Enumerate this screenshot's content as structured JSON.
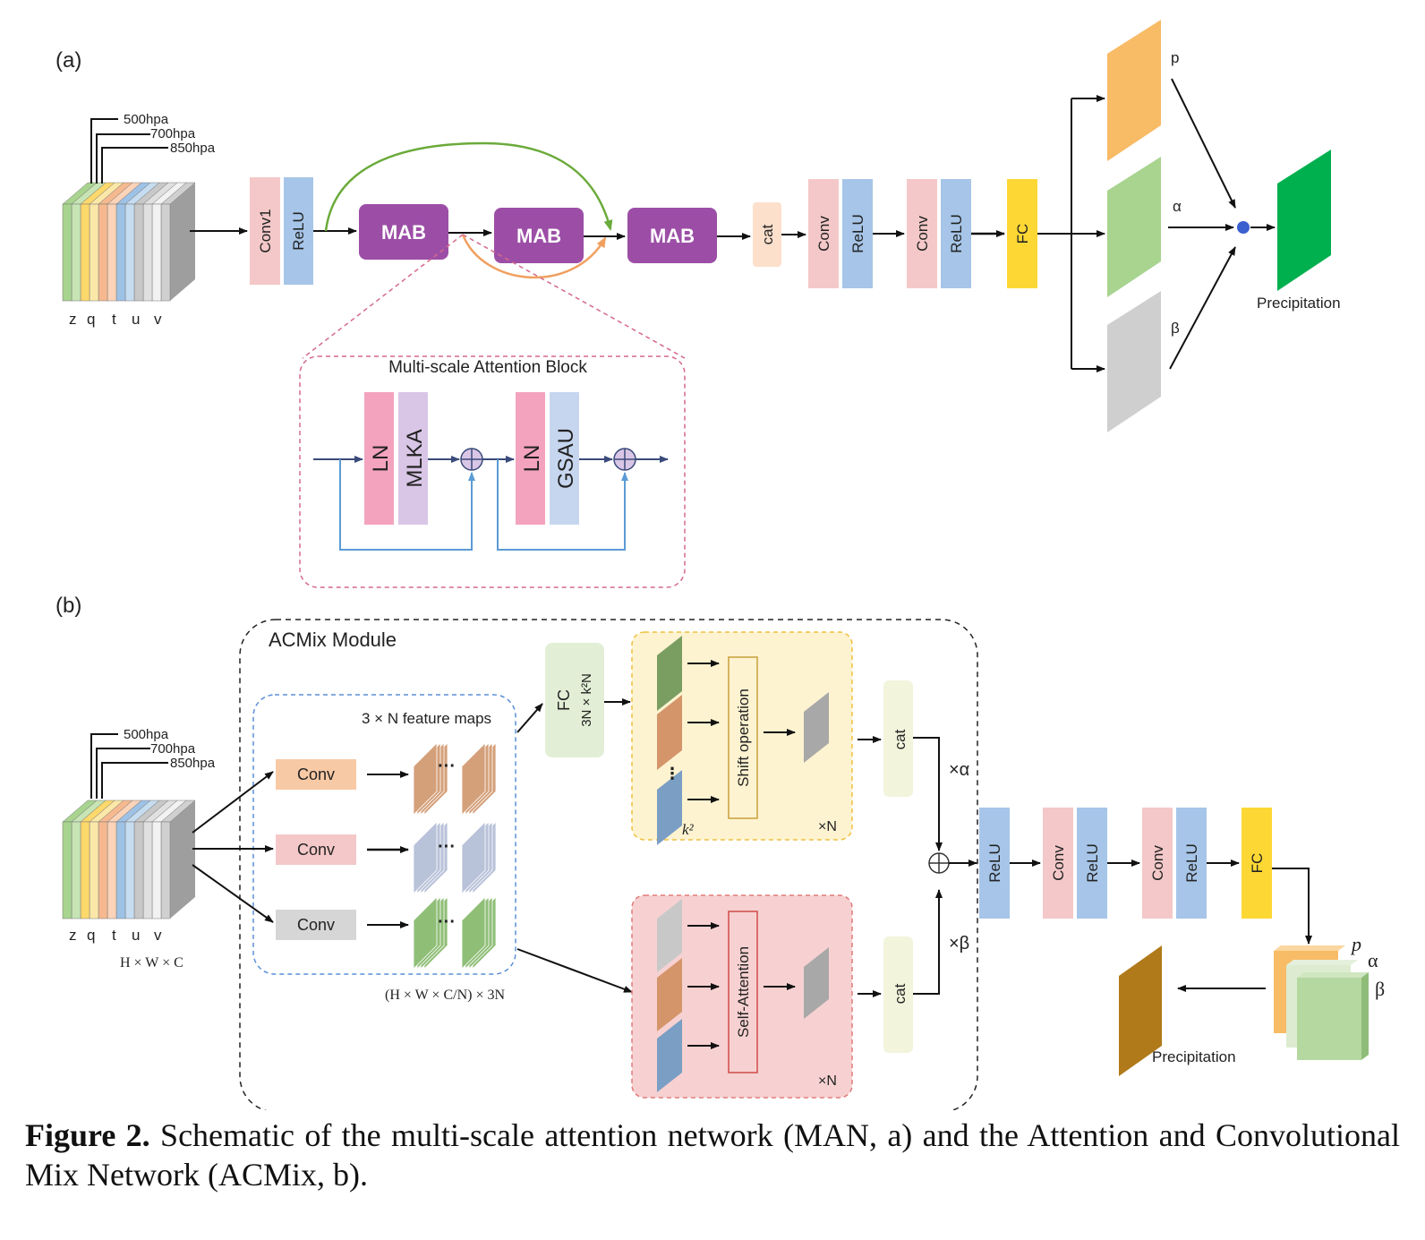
{
  "panel_a": {
    "label": "(a)",
    "levels": [
      "500hpa",
      "700hpa",
      "850hpa"
    ],
    "variables": [
      "z",
      "q",
      "t",
      "u",
      "v"
    ],
    "blocks": {
      "conv1": "Conv1",
      "relu": "ReLU",
      "mab": "MAB",
      "cat": "cat",
      "conv": "Conv",
      "fc": "FC"
    },
    "outputs": {
      "p": "p",
      "alpha": "α",
      "beta": "β",
      "result": "Precipitation"
    },
    "mab_detail": {
      "title": "Multi-scale Attention Block",
      "ln": "LN",
      "mlka": "MLKA",
      "gsau": "GSAU"
    }
  },
  "panel_b": {
    "label": "(b)",
    "module_title": "ACMix Module",
    "levels": [
      "500hpa",
      "700hpa",
      "850hpa"
    ],
    "variables": [
      "z",
      "q",
      "t",
      "u",
      "v"
    ],
    "input_dims": "H × W × C",
    "feature_maps_label": "3 × N feature maps",
    "conv": "Conv",
    "dots": "···",
    "fc": "FC",
    "fc_dims_text": "3N × k²N",
    "shift_op": "Shift operation",
    "self_attention": "Self-Attention",
    "k2": "k²",
    "xN": "×N",
    "cat": "cat",
    "x_alpha": "×α",
    "x_beta": "×β",
    "relu": "ReLU",
    "fc_out": "FC",
    "feature_dims_text": "(H × W × C/N) × 3N",
    "out_p": "p",
    "out_alpha": "α",
    "out_beta": "β",
    "result": "Precipitation"
  },
  "caption": {
    "label": "Figure 2.",
    "text": " Schematic of the multi-scale attention network (MAN, a) and the Attention and Convolutional Mix Network (ACMix, b)."
  },
  "colors": {
    "conv_pink": "#f4c8c8",
    "relu_blue": "#a6c5e8",
    "mab_purple": "#9c4ea6",
    "cat_peach": "#fce0cc",
    "fc_yellow": "#fdd835",
    "out_orange": "#f8bb66",
    "out_green": "#a8d48f",
    "out_gray": "#cfcfcf",
    "precip_green": "#00b04f",
    "precip_brown": "#b07a1a",
    "ln_pink": "#f3a3bd",
    "mlka_purple": "#d9c6e6",
    "gsau_blue": "#c7d6ef",
    "shift_bg": "#fdf3d0",
    "sa_bg": "#f7d1d1"
  }
}
